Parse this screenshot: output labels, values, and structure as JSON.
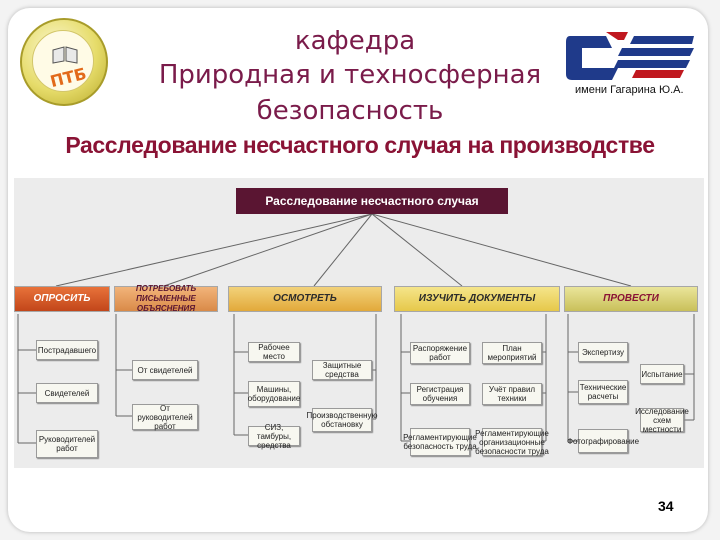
{
  "header": {
    "line1": "кафедра",
    "line2": "Природная и техносферная",
    "line3": "безопасность",
    "logo_left_text": "ПТБ",
    "logo_right_caption": "имени Гагарина Ю.А."
  },
  "title": "Расследование несчастного случая на производстве",
  "diagram": {
    "root": "Расследование несчастного случая",
    "categories": [
      {
        "label": "ОПРОСИТЬ",
        "items": [
          "Пострадавшего",
          "Свидетелей",
          "Руководителей работ"
        ]
      },
      {
        "label": "ПОТРЕБОВАТЬ ПИСЬМЕННЫЕ ОБЪЯСНЕНИЯ",
        "items": [
          "От свидетелей",
          "От руководителей работ"
        ]
      },
      {
        "label": "ОСМОТРЕТЬ",
        "items": [
          "Рабочее место",
          "Машины, оборудование",
          "СИЗ, тамбуры, средства",
          "Защитные средства",
          "Производственную обстановку"
        ]
      },
      {
        "label": "ИЗУЧИТЬ ДОКУМЕНТЫ",
        "items": [
          "Распоряжение работ",
          "Регистрация обучения",
          "Регламентирующие безопасность труда",
          "План мероприятий",
          "Учёт правил техники",
          "Регламентирующие организационные безопасности труда"
        ]
      },
      {
        "label": "ПРОВЕСТИ",
        "items": [
          "Экспертизу",
          "Технические расчеты",
          "Фотографирование",
          "Испытание",
          "Исследование схем местности"
        ]
      }
    ]
  },
  "page_number": "34",
  "colors": {
    "accent": "#8a1335",
    "root_bg": "#5a1532"
  }
}
